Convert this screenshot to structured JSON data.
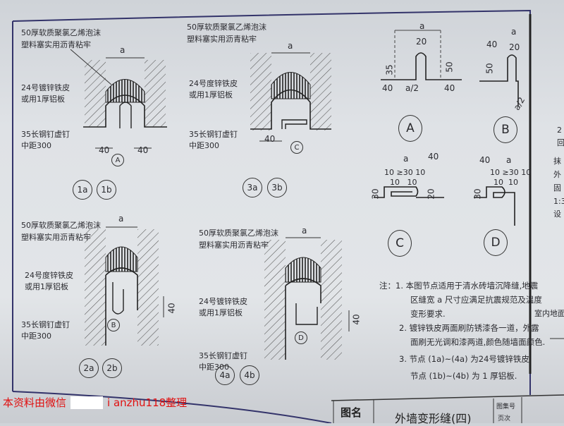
{
  "details": {
    "d1": {
      "foam": "50厚软质聚氯乙烯泡沫",
      "foam2": "塑料塞实用沥青粘牢",
      "sheet": "24号镀锌铁皮",
      "sheet2": "或用1厚铝板",
      "nail": "35长钢钉虚钉",
      "nail2": "中距300",
      "dim_a": "a",
      "dim_l": "40",
      "dim_r": "40",
      "marker": "A",
      "ids": [
        "1a",
        "1b"
      ]
    },
    "d3": {
      "foam": "50厚软质聚氯乙烯泡沫",
      "foam2": "塑料塞实用沥青粘牢",
      "sheet": "24号度锌铁皮",
      "sheet2": "或用1厚铝板",
      "nail": "35长钢钉虚钉",
      "nail2": "中距300",
      "dim_a": "a",
      "dim_l": "40",
      "marker": "C",
      "ids": [
        "3a",
        "3b"
      ]
    },
    "d2": {
      "foam": "50厚软质聚氯乙烯泡沫",
      "foam2": "塑料塞实用沥青粘牢",
      "sheet": "24号度锌铁皮",
      "sheet2": "或用1厚铝板",
      "nail": "35长钢钉虚钉",
      "nail2": "中距300",
      "dim_a": "a",
      "dim_v": "40",
      "marker": "B",
      "ids": [
        "2a",
        "2b"
      ]
    },
    "d4": {
      "foam": "50厚软质聚氯乙烯泡沫",
      "foam2": "塑料塞实用沥青粘牢",
      "sheet": "24号镀锌铁皮",
      "sheet2": "或用1厚铝板",
      "nail": "35长钢钉虚钉",
      "nail2": "中距300",
      "dim_a": "a",
      "dim_v": "40",
      "marker": "D",
      "ids": [
        "4a",
        "4b"
      ]
    }
  },
  "profiles": {
    "A": {
      "label": "A",
      "dims": [
        "a",
        "20",
        "35",
        "50",
        "40",
        "a/2",
        "40"
      ]
    },
    "B": {
      "label": "B",
      "dims": [
        "a",
        "40",
        "20",
        "50",
        "a/2"
      ]
    },
    "C": {
      "label": "C",
      "dims": [
        "a",
        "40",
        "10",
        "≥30",
        "10",
        "10",
        "10",
        "30",
        "20"
      ]
    },
    "D": {
      "label": "D",
      "dims": [
        "40",
        "a",
        "10",
        "≥30",
        "10",
        "10",
        "10",
        "30"
      ]
    }
  },
  "notes": {
    "head": "注：",
    "n1a": "1. 本图节点适用于清水砖墙沉降缝,地震",
    "n1b": "区缝宽 a 尺寸应满足抗震规范及温度",
    "n1c": "变形要求.",
    "n2a": "2. 镀锌铁皮两面刷防锈漆各一道，外露",
    "n2b": "面刷无光调和漆两道,颜色随墙面颜色.",
    "n3a": "3. 节点 (1a)~(4a) 为24号镀锌铁皮",
    "n3b": "节点 (1b)~(4b) 为 1 厚铝板."
  },
  "side_panel": {
    "lines": [
      "2",
      "回",
      "抹",
      "外",
      "固",
      "1:3",
      "设"
    ],
    "ground": "室内地面"
  },
  "title_block": {
    "name_label": "图名",
    "title": "外墙变形缝(四)",
    "atlas_label": "图集号",
    "page_label": "页次"
  },
  "watermark": {
    "prefix": "本资料由微信",
    "suffix": "i anzhu118整理"
  }
}
